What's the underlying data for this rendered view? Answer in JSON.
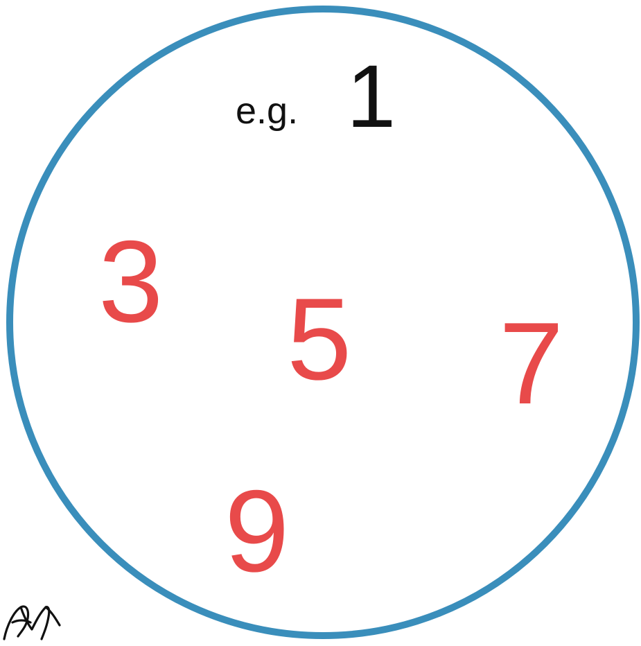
{
  "colors": {
    "circle_stroke": "#3a8ebb",
    "highlight_number": "#e84a4a",
    "example_text": "#111111",
    "logo_ink": "#111111"
  },
  "example": {
    "prefix": "e.g.",
    "number": "1"
  },
  "numbers": [
    "3",
    "5",
    "7",
    "9"
  ],
  "logo": {
    "icon": "handwritten-monogram-logo"
  }
}
